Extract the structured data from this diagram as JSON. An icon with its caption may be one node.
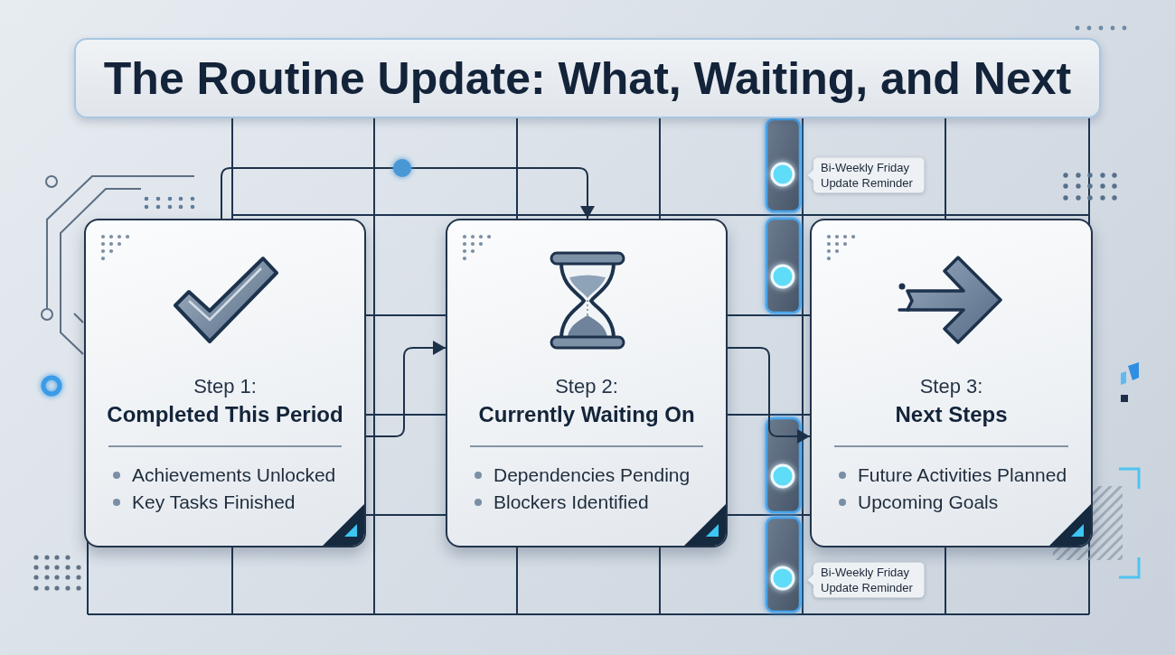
{
  "diagram": {
    "title": "The Routine Update: What, Waiting, and Next",
    "nodes": [
      {
        "text": [
          "Bi-Weekly Friday Update Reminder"
        ]
      },
      {
        "text": [
          "Step 1:",
          "Completed This Period",
          "Achievements Unlocked",
          "Key Tasks Finished"
        ]
      },
      {
        "text": [
          "Step 2:",
          "Currently Waiting On",
          "Dependencies Pending",
          "Blockers Identified"
        ]
      },
      {
        "text": [
          "Step 3:",
          "Next Steps",
          "Future Activities Planned",
          "Upcoming Goals"
        ]
      },
      {
        "text": [
          "Bi-Weekly Friday Update Reminder"
        ]
      }
    ],
    "edges": [
      {
        "from": 1,
        "to": 2,
        "arrow": "to"
      },
      {
        "from": 1,
        "to": 2,
        "arrow": "to"
      },
      {
        "from": 2,
        "to": 3,
        "arrow": "to"
      }
    ]
  }
}
